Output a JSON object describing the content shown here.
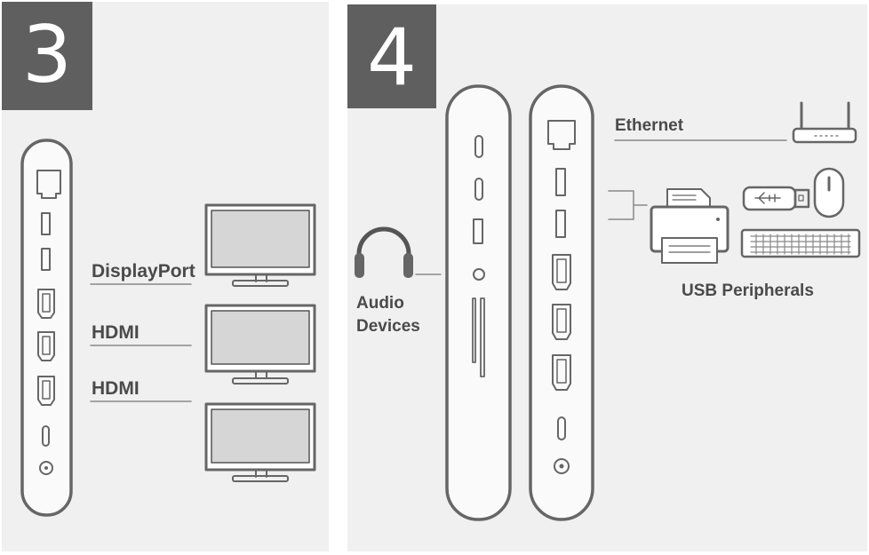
{
  "panel_3": {
    "step_number": "3",
    "labels": {
      "displayport": "DisplayPort",
      "hdmi_1": "HDMI",
      "hdmi_2": "HDMI"
    }
  },
  "panel_4": {
    "step_number": "4",
    "labels": {
      "ethernet": "Ethernet",
      "audio_line1": "Audio",
      "audio_line2": "Devices",
      "usb": "USB Peripherals"
    }
  },
  "colors": {
    "panel_background": "#f0f0f0",
    "badge": "#5f5f5f",
    "label_text": "#4a4a4a",
    "device_outline": "#666666",
    "screen_fill": "#d6d6d6"
  }
}
